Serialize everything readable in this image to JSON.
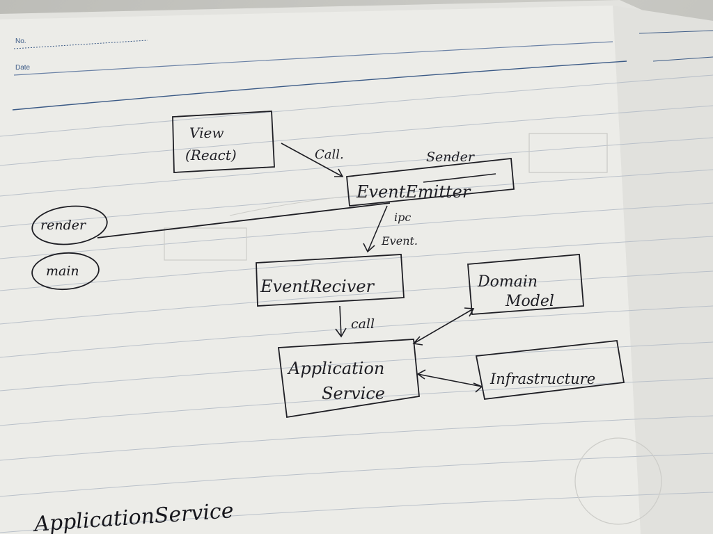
{
  "header": {
    "no_label": "No.",
    "date_label": "Date"
  },
  "diagram": {
    "view_box": {
      "line1": "View",
      "line2": "(React)"
    },
    "call_1": "Call.",
    "sender_label": "Sender",
    "event_emitter": "EventEmitter",
    "ipc_line1": "ipc",
    "ipc_line2": "Event.",
    "render_label": "render",
    "main_label": "main",
    "event_receiver": "EventReciver",
    "domain_model": {
      "line1": "Domain",
      "line2": "Model"
    },
    "call_2": "call",
    "application_service": {
      "line1": "Application",
      "line2": "Service"
    },
    "infrastructure": "Infrastructure"
  },
  "footer": {
    "heading": "ApplicationService"
  },
  "colors": {
    "paper": "#ecece8",
    "ink": "#1e1e24",
    "rule_line": "#b8bfc8",
    "header_blue": "#3b5a86"
  }
}
